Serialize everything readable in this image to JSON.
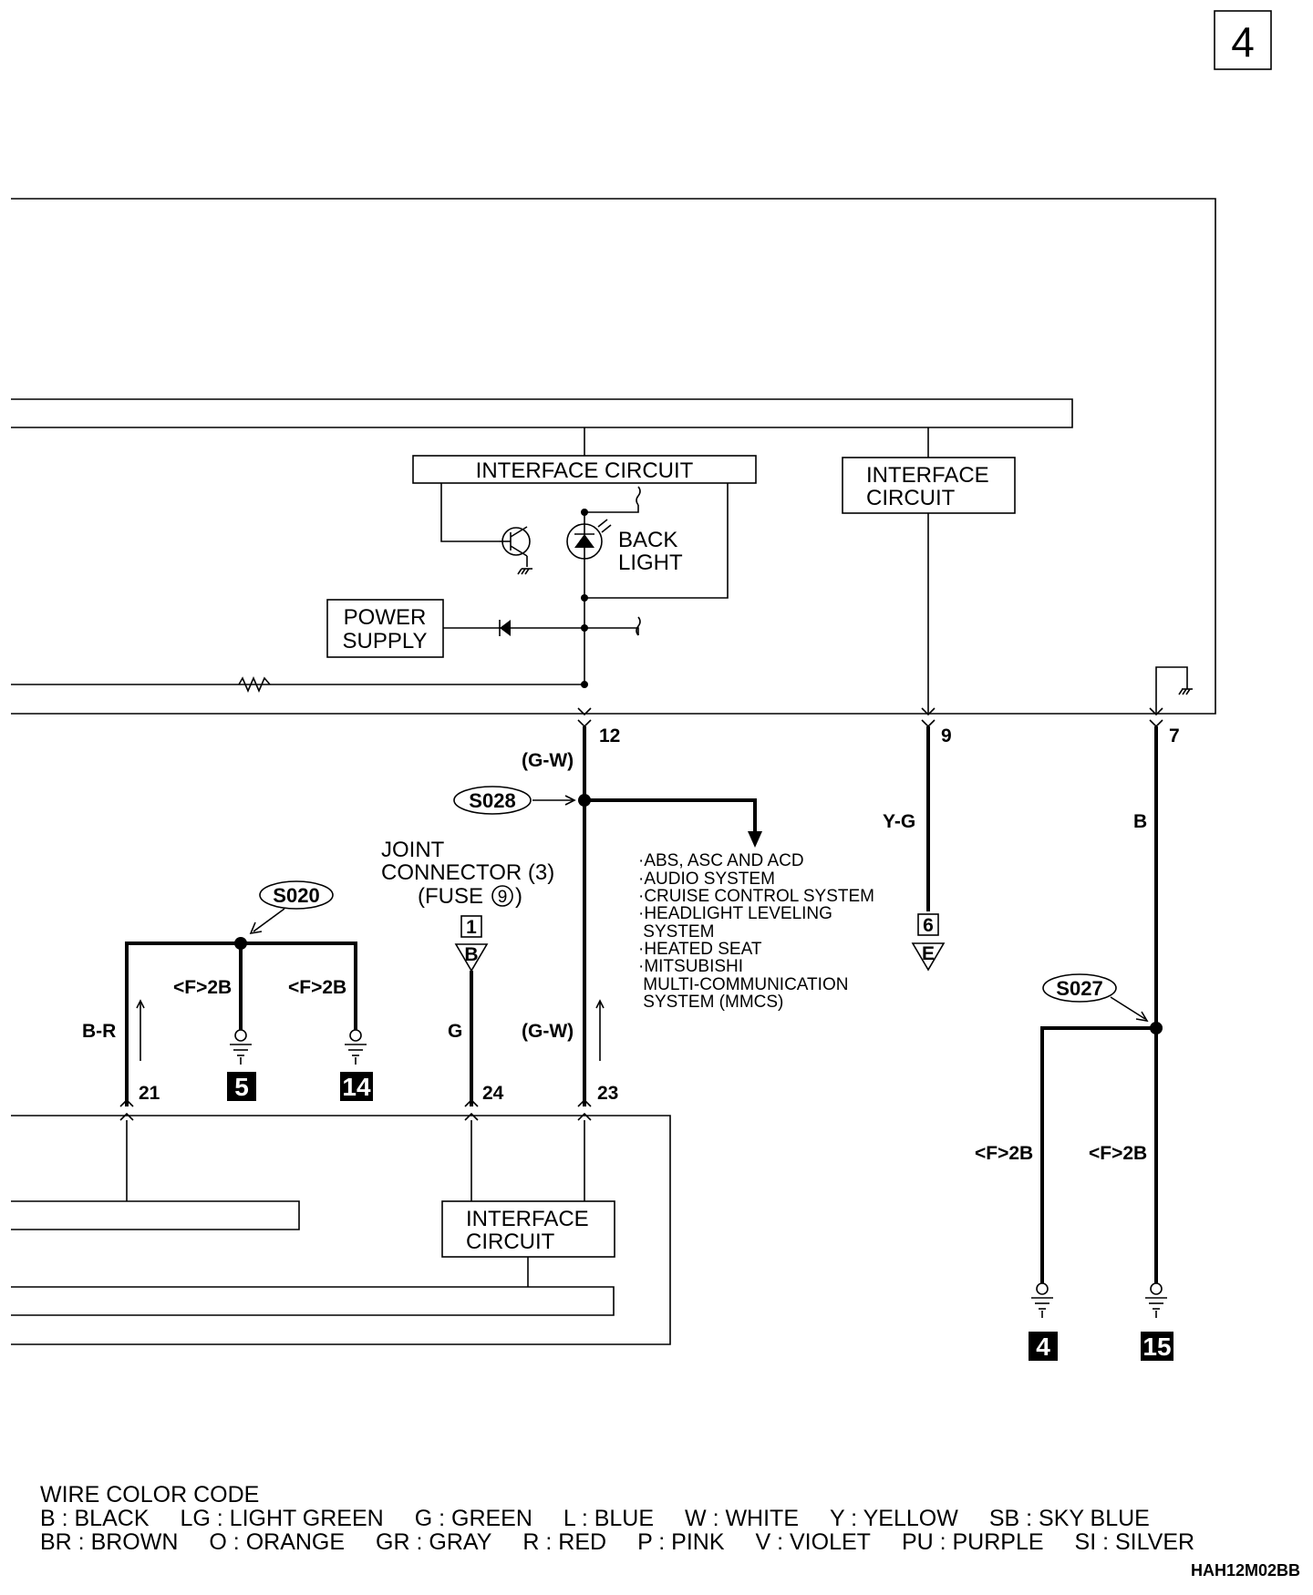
{
  "page_number": "4",
  "labels": {
    "interface_circuit_top": "INTERFACE CIRCUIT",
    "interface_circuit_right_1": "INTERFACE",
    "interface_circuit_right_2": "CIRCUIT",
    "back_light_1": "BACK",
    "back_light_2": "LIGHT",
    "power_supply_1": "POWER",
    "power_supply_2": "SUPPLY",
    "interface_circuit_bottom_1": "INTERFACE",
    "interface_circuit_bottom_2": "CIRCUIT",
    "joint_connector_1": "JOINT",
    "joint_connector_2": "CONNECTOR (3)",
    "joint_connector_3a": "(FUSE",
    "joint_connector_fuse": "9",
    "joint_connector_3b": ")"
  },
  "pins": {
    "p12": "12",
    "p9": "9",
    "p7": "7",
    "p21": "21",
    "p24": "24",
    "p23": "23"
  },
  "wires": {
    "gw_upper": "(G-W)",
    "yg": "Y-G",
    "b": "B",
    "br": "B-R",
    "g": "G",
    "gw_lower": "(G-W)"
  },
  "splices": {
    "s028": "S028",
    "s020": "S020",
    "s027": "S027"
  },
  "ground_refs": {
    "f2b": "<F>2B",
    "g5": "5",
    "g14": "14",
    "g4": "4",
    "g15": "15"
  },
  "connectors": {
    "j1_num": "1",
    "j1_letter": "B",
    "e6_num": "6",
    "e6_letter": "E"
  },
  "systems_list": [
    "·ABS, ASC AND ACD",
    "·AUDIO SYSTEM",
    "·CRUISE CONTROL SYSTEM",
    "·HEADLIGHT LEVELING",
    " SYSTEM",
    "·HEATED SEAT",
    "·MITSUBISHI",
    " MULTI-COMMUNICATION",
    " SYSTEM (MMCS)"
  ],
  "legend": {
    "title": "WIRE COLOR CODE",
    "row1": [
      "B : BLACK",
      "LG : LIGHT GREEN",
      "G : GREEN",
      "L : BLUE",
      "W : WHITE",
      "Y : YELLOW",
      "SB : SKY BLUE"
    ],
    "row2": [
      "BR : BROWN",
      "O : ORANGE",
      "GR : GRAY",
      "R : RED",
      "P : PINK",
      "V : VIOLET",
      "PU : PURPLE",
      "SI : SILVER"
    ]
  },
  "figure_code": "HAH12M02BB"
}
